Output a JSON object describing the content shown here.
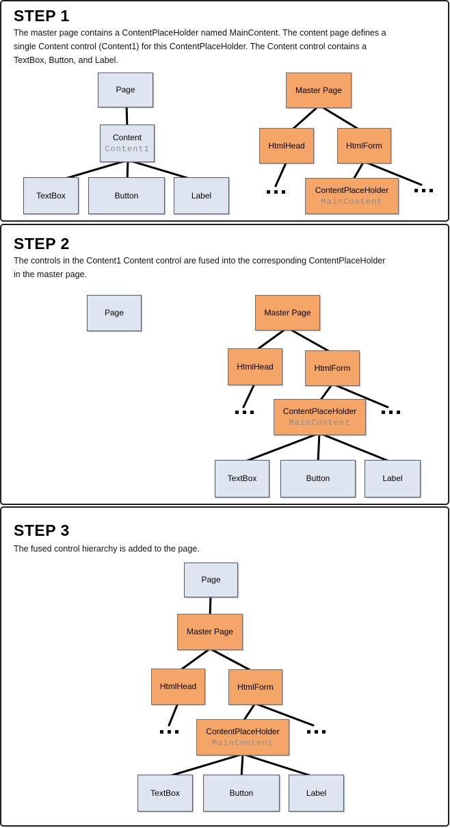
{
  "colors": {
    "content_box_fill": "#dfe5f0",
    "content_box_border": "#4f5a68",
    "master_box_fill": "#f4a567",
    "master_box_border": "#6e6e6e",
    "line": "#000000",
    "sublabel": "#8c8c8c",
    "text": "#111111"
  },
  "step1": {
    "title": "STEP 1",
    "description": "The master page contains a ContentPlaceHolder named MainContent. The content page defines a\nsingle Content control (Content1) for this ContentPlaceHolder. The Content control contains a\nTextBox, Button, and Label.",
    "content_tree": {
      "page": "Page",
      "content": "Content",
      "content_id": "Content1",
      "textbox": "TextBox",
      "button": "Button",
      "label": "Label"
    },
    "master_tree": {
      "master_page": "Master Page",
      "html_head": "HtmlHead",
      "html_form": "HtmlForm",
      "content_placeholder": "ContentPlaceHolder",
      "placeholder_id": "MainContent",
      "ellipsis": "..."
    }
  },
  "step2": {
    "title": "STEP 2",
    "description": "The controls in the Content1 Content control are fused into the corresponding ContentPlaceHolder\nin the master page.",
    "tree": {
      "page": "Page",
      "master_page": "Master Page",
      "html_head": "HtmlHead",
      "html_form": "HtmlForm",
      "content_placeholder": "ContentPlaceHolder",
      "placeholder_id": "MainContent",
      "textbox": "TextBox",
      "button": "Button",
      "label": "Label",
      "ellipsis": "..."
    }
  },
  "step3": {
    "title": "STEP 3",
    "description": "The fused control hierarchy is added to the page.",
    "tree": {
      "page": "Page",
      "master_page": "Master Page",
      "html_head": "HtmlHead",
      "html_form": "HtmlForm",
      "content_placeholder": "ContentPlaceHolder",
      "placeholder_id": "MainContent",
      "textbox": "TextBox",
      "button": "Button",
      "label": "Label",
      "ellipsis": "..."
    }
  }
}
